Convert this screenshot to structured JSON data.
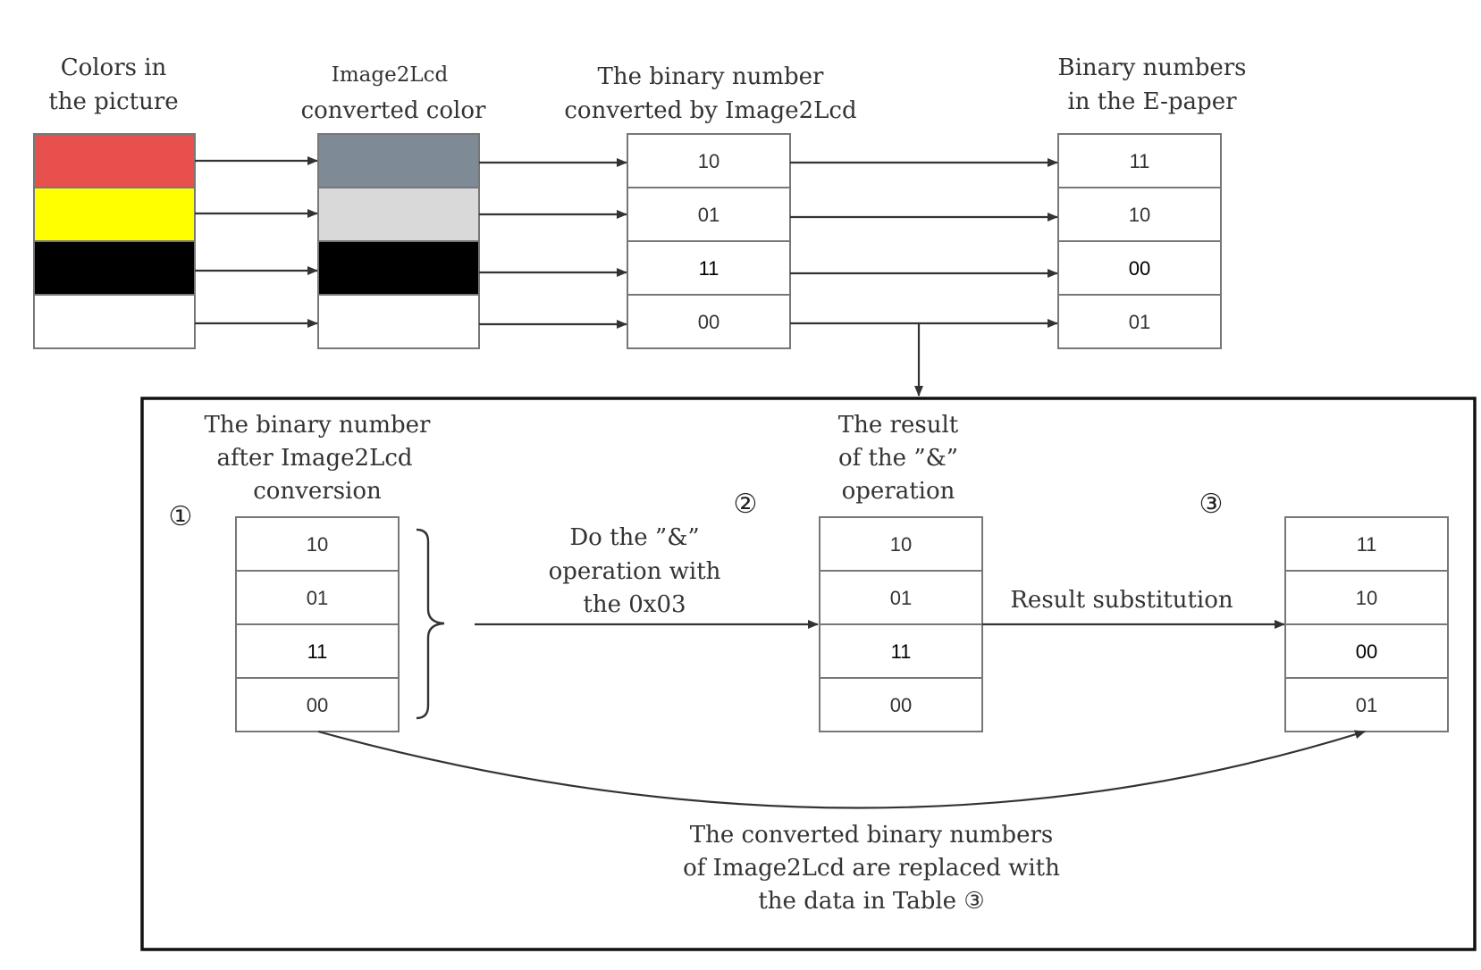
{
  "headers": {
    "picture_colors": [
      "Colors in",
      "the picture"
    ],
    "converted_color": [
      "Image2Lcd",
      "converted color"
    ],
    "converted_binary": [
      "The binary number",
      "converted by Image2Lcd"
    ],
    "epaper_binary": [
      "Binary numbers",
      "in the E-paper"
    ]
  },
  "picture_colors": [
    "#e8504e",
    "#ffff00",
    "#000000",
    "#ffffff"
  ],
  "converted_colors": [
    "#7f8a97",
    "#d9d9d9",
    "#000000",
    "#ffffff"
  ],
  "converted_binary_values": [
    "10",
    "01",
    "11",
    "00"
  ],
  "epaper_binary_values": [
    "11",
    "10",
    "00",
    "01"
  ],
  "detail": {
    "step1": {
      "marker": "①",
      "title": [
        "The binary number",
        "after Image2Lcd",
        "conversion"
      ],
      "values": [
        "10",
        "01",
        "11",
        "00"
      ]
    },
    "step2": {
      "marker": "②",
      "operation_label": [
        "Do the ”&”",
        "operation with",
        "the 0x03"
      ],
      "title": [
        "The result",
        "of the ”&”",
        "operation"
      ],
      "values": [
        "10",
        "01",
        "11",
        "00"
      ]
    },
    "step3": {
      "marker": "③",
      "substitution_label": "Result substitution",
      "values": [
        "11",
        "10",
        "00",
        "01"
      ]
    },
    "caption": [
      "The converted binary numbers",
      "of Image2Lcd  are replaced with",
      "the data in Table ③"
    ]
  }
}
